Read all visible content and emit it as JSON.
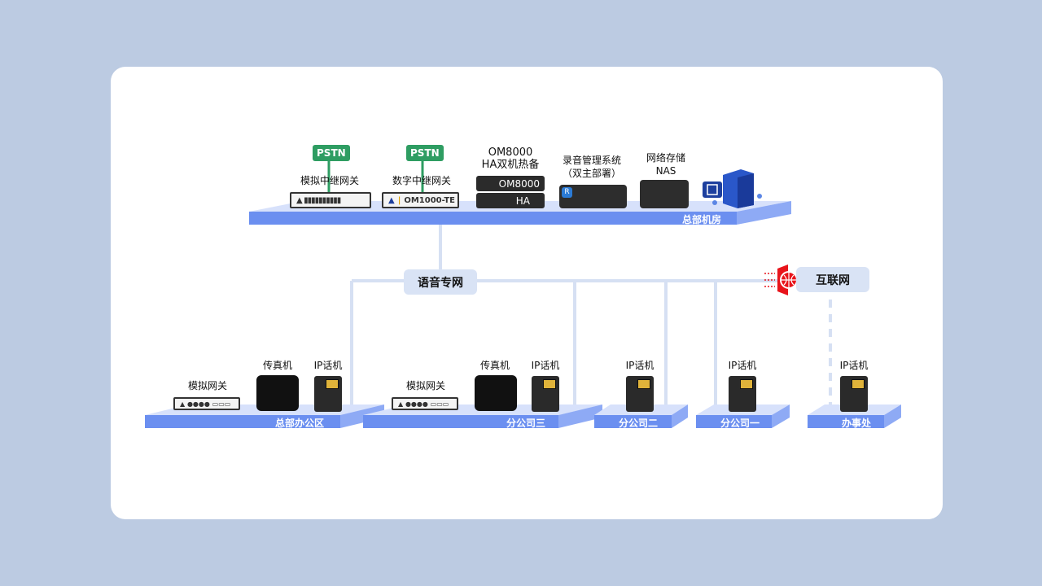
{
  "hq_room": {
    "label": "总部机房",
    "analog_trunk": {
      "label": "模拟中继网关",
      "pstn": "PSTN"
    },
    "digital_trunk": {
      "label": "数字中继网关",
      "pstn": "PSTN",
      "model": "OM1000-TE"
    },
    "om8000": {
      "label_line1": "OM8000",
      "label_line2": "HA双机热备",
      "unit1": "OM8000",
      "unit2": "HA"
    },
    "recording": {
      "label_line1": "录音管理系统",
      "label_line2": "（双主部署）"
    },
    "nas": {
      "label_line1": "网络存储",
      "label_line2": "NAS"
    }
  },
  "network": {
    "voice": "语音专网",
    "internet": "互联网"
  },
  "sites": [
    {
      "label": "总部办公区",
      "gateway": "模拟网关",
      "fax": "传真机",
      "phone": "IP话机"
    },
    {
      "label": "分公司三",
      "gateway": "模拟网关",
      "fax": "传真机",
      "phone": "IP话机"
    },
    {
      "label": "分公司二",
      "phone": "IP话机"
    },
    {
      "label": "分公司一",
      "phone": "IP话机"
    },
    {
      "label": "办事处",
      "phone": "IP话机"
    }
  ],
  "colors": {
    "platform_front": "#6b8ff0",
    "platform_top": "#d7e1fb",
    "line": "#d6e0f3",
    "pstn": "#2e9d62",
    "firewall": "#e8141b"
  }
}
